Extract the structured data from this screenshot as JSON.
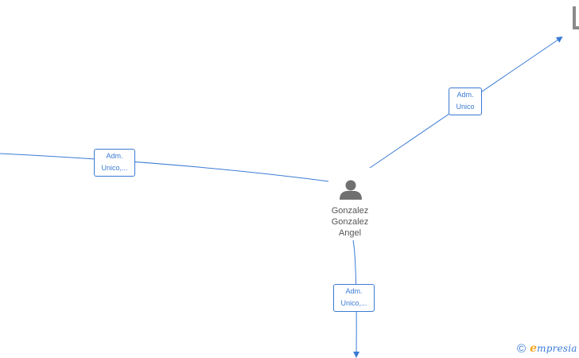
{
  "person": {
    "name_lines": [
      "Gonzalez",
      "Gonzalez",
      "Angel"
    ],
    "icon": "person-icon"
  },
  "edges": [
    {
      "label_lines": [
        "Adm.",
        "Unico,..."
      ]
    },
    {
      "label_lines": [
        "Adm.",
        "Unico"
      ]
    },
    {
      "label_lines": [
        "Adm.",
        "Unico,..."
      ]
    }
  ],
  "watermark": {
    "symbol": "©",
    "brand_initial": "e",
    "brand_rest": "mpresia"
  },
  "colors": {
    "edge": "#3a7bd5",
    "person_icon": "#707070",
    "person_text": "#555555",
    "brand_initial": "#f5a623"
  }
}
